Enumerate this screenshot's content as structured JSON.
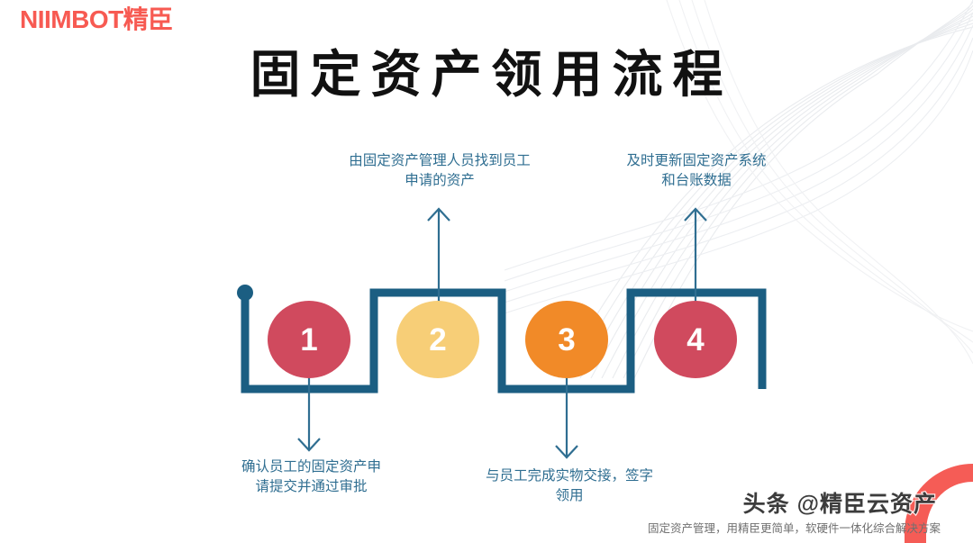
{
  "brand": {
    "logo_latin": "NIIMBOT",
    "logo_cjk": "精臣",
    "logo_color": "#f75a52"
  },
  "title": "固定资产领用流程",
  "flow": {
    "line_color": "#1b5e82",
    "steps": [
      {
        "number": "1",
        "color": "#d04a5e",
        "caption": "确认员工的固定资产申\n请提交并通过审批",
        "caption_position": "below"
      },
      {
        "number": "2",
        "color": "#f7ce77",
        "caption": "由固定资产管理人员找到员工\n申请的资产",
        "caption_position": "above"
      },
      {
        "number": "3",
        "color": "#f18a28",
        "caption": "与员工完成实物交接，签字\n领用",
        "caption_position": "below"
      },
      {
        "number": "4",
        "color": "#d04a5e",
        "caption": "及时更新固定资产系统\n和台账数据",
        "caption_position": "above"
      }
    ]
  },
  "watermark": "头条 @精臣云资产",
  "footer_note": "固定资产管理，用精臣更简单，软硬件一体化综合解决方案"
}
